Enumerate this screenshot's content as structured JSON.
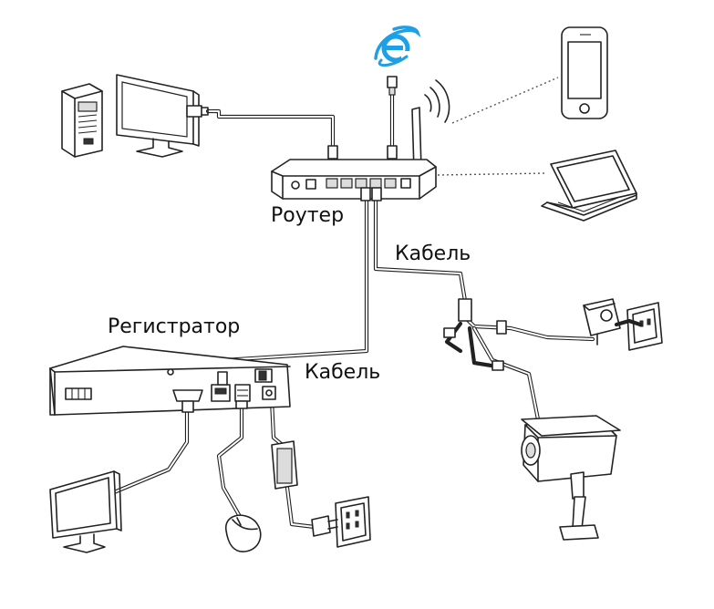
{
  "labels": {
    "router": "Роутер",
    "cable_top": "Кабель",
    "recorder": "Регистратор",
    "cable_bottom": "Кабель"
  },
  "icons": {
    "internet": "internet-explorer-icon"
  },
  "colors": {
    "internet_icon": "#1e9fe6",
    "line": "#222222",
    "background": "#ffffff"
  }
}
